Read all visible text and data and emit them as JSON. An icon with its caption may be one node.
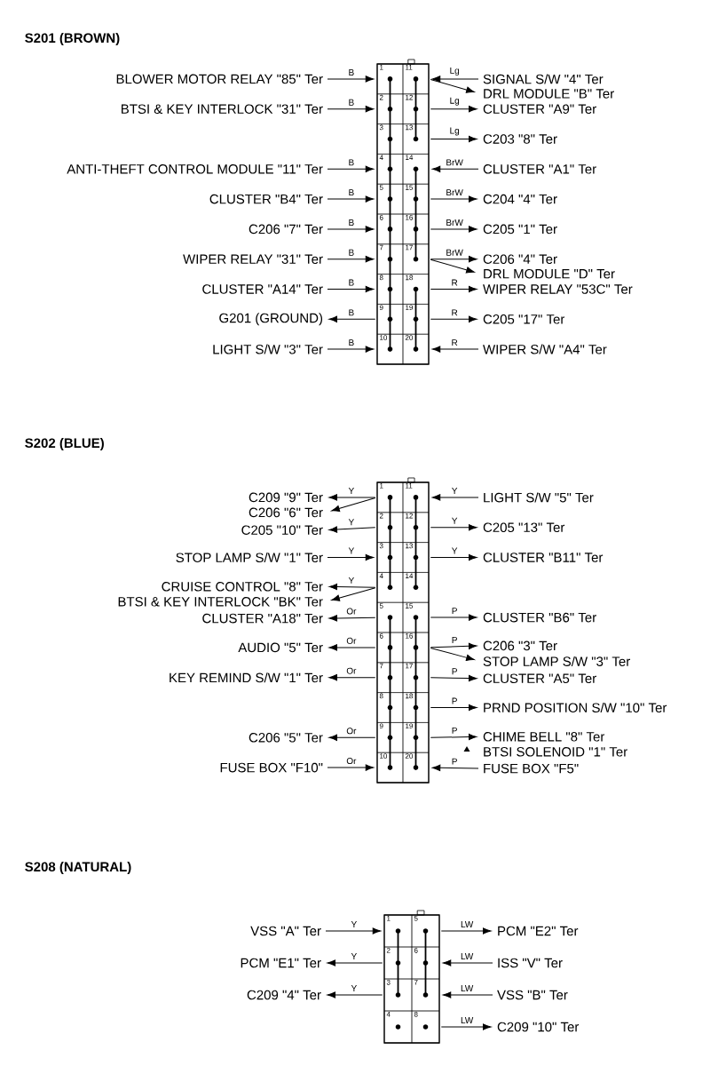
{
  "diagram": {
    "nodes": [
      {
        "text": [],
        "shape": "box"
      },
      {
        "text": [
          "1"
        ],
        "in": 0
      },
      {
        "text": [
          "2"
        ],
        "in": 0
      },
      {
        "text": [
          "3"
        ],
        "in": 0
      },
      {
        "text": [
          "4"
        ],
        "in": 0
      },
      {
        "text": [
          "5"
        ],
        "in": 0
      },
      {
        "text": [
          "6"
        ],
        "in": 0
      },
      {
        "text": [
          "7"
        ],
        "in": 0
      },
      {
        "text": [
          "8"
        ],
        "in": 0
      },
      {
        "text": [
          "9"
        ],
        "in": 0
      },
      {
        "text": [
          "10"
        ],
        "in": 0
      },
      {
        "text": [
          "11"
        ],
        "in": 0
      },
      {
        "text": [
          "12"
        ],
        "in": 0
      },
      {
        "text": [
          "13"
        ],
        "in": 0
      },
      {
        "text": [
          "14"
        ],
        "in": 0
      },
      {
        "text": [
          "15"
        ],
        "in": 0
      },
      {
        "text": [
          "16"
        ],
        "in": 0
      },
      {
        "text": [
          "17"
        ],
        "in": 0
      },
      {
        "text": [
          "18"
        ],
        "in": 0
      },
      {
        "text": [
          "19"
        ],
        "in": 0
      },
      {
        "text": [
          "20"
        ],
        "in": 0
      },
      {
        "text": [],
        "shape": "box"
      },
      {
        "text": [
          "1"
        ],
        "in": 21
      },
      {
        "text": [
          "2"
        ],
        "in": 21
      },
      {
        "text": [
          "3"
        ],
        "in": 21
      },
      {
        "text": [
          "4"
        ],
        "in": 21
      },
      {
        "text": [
          "5"
        ],
        "in": 21
      },
      {
        "text": [
          "6"
        ],
        "in": 21
      },
      {
        "text": [
          "7"
        ],
        "in": 21
      },
      {
        "text": [
          "8"
        ],
        "in": 21
      },
      {
        "text": [
          "9"
        ],
        "in": 21
      },
      {
        "text": [
          "10"
        ],
        "in": 21
      },
      {
        "text": [
          "11"
        ],
        "in": 21
      },
      {
        "text": [
          "12"
        ],
        "in": 21
      },
      {
        "text": [
          "13"
        ],
        "in": 21
      },
      {
        "text": [
          "14"
        ],
        "in": 21
      },
      {
        "text": [
          "15"
        ],
        "in": 21
      },
      {
        "text": [
          "16"
        ],
        "in": 21
      },
      {
        "text": [
          "17"
        ],
        "in": 21
      },
      {
        "text": [
          "18"
        ],
        "in": 21
      },
      {
        "text": [
          "19"
        ],
        "in": 21
      },
      {
        "text": [
          "20"
        ],
        "in": 21
      },
      {
        "text": [],
        "shape": "box"
      },
      {
        "text": [
          "1"
        ],
        "in": 42
      },
      {
        "text": [
          "2"
        ],
        "in": 42
      },
      {
        "text": [
          "3"
        ],
        "in": 42
      },
      {
        "text": [
          "4"
        ],
        "in": 42
      },
      {
        "text": [
          "5"
        ],
        "in": 42
      },
      {
        "text": [
          "6"
        ],
        "in": 42
      },
      {
        "text": [
          "7"
        ],
        "in": 42
      },
      {
        "text": [
          "8"
        ],
        "in": 42
      },
      {
        "text": [
          "BLOWER MOTOR RELAY \"85\" Ter"
        ]
      },
      {
        "text": [
          "BTSI & KEY INTERLOCK \"31\" Ter"
        ]
      },
      {
        "text": [
          "ANTI-THEFT CONTROL MODULE \"11\" Ter"
        ]
      },
      {
        "text": [
          "CLUSTER \"B4\" Ter"
        ]
      },
      {
        "text": [
          "C206 \"7\" Ter"
        ]
      },
      {
        "text": [
          "WIPER RELAY \"31\" Ter"
        ]
      },
      {
        "text": [
          "CLUSTER \"A14\" Ter"
        ]
      },
      {
        "text": [
          "G201 (GROUND)"
        ]
      },
      {
        "text": [
          "LIGHT S/W \"3\" Ter"
        ]
      },
      {
        "text": [
          "SIGNAL S/W \"4\" Ter"
        ]
      },
      {
        "text": [
          "DRL MODULE \"B\" Ter"
        ]
      },
      {
        "text": [
          "CLUSTER \"A9\" Ter"
        ]
      },
      {
        "text": [
          "C203 \"8\" Ter"
        ]
      },
      {
        "text": [
          "CLUSTER \"A1\" Ter"
        ]
      },
      {
        "text": [
          "C204 \"4\" Ter"
        ]
      },
      {
        "text": [
          "C205 \"1\" Ter"
        ]
      },
      {
        "text": [
          "C206 \"4\" Ter"
        ]
      },
      {
        "text": [
          "DRL MODULE \"D\" Ter"
        ]
      },
      {
        "text": [
          "WIPER RELAY \"53C\" Ter"
        ]
      },
      {
        "text": [
          "C205 \"17\" Ter"
        ]
      },
      {
        "text": [
          "WIPER S/W \"A4\" Ter"
        ]
      },
      {
        "text": [
          "C209 \"9\" Ter"
        ]
      },
      {
        "text": [
          "C206 \"6\" Ter"
        ]
      },
      {
        "text": [
          "C205 \"10\" Ter"
        ]
      },
      {
        "text": [
          "STOP LAMP S/W \"1\" Ter"
        ]
      },
      {
        "text": [
          "CRUISE CONTROL \"8\" Ter"
        ]
      },
      {
        "text": [
          "BTSI & KEY INTERLOCK \"BK\" Ter"
        ]
      },
      {
        "text": [
          "CLUSTER \"A18\" Ter"
        ]
      },
      {
        "text": [
          "AUDIO \"5\" Ter"
        ]
      },
      {
        "text": [
          "KEY REMIND S/W \"1\" Ter"
        ]
      },
      {
        "text": [
          "C206 \"5\" Ter"
        ]
      },
      {
        "text": [
          "FUSE BOX \"F10\""
        ]
      },
      {
        "text": [
          "LIGHT S/W \"5\" Ter"
        ]
      },
      {
        "text": [
          "C205 \"13\" Ter"
        ]
      },
      {
        "text": [
          "CLUSTER \"B11\" Ter"
        ]
      },
      {
        "text": [
          "CLUSTER \"B6\" Ter"
        ]
      },
      {
        "text": [
          "C206 \"3\" Ter"
        ]
      },
      {
        "text": [
          "STOP LAMP S/W \"3\" Ter"
        ]
      },
      {
        "text": [
          "CLUSTER \"A5\" Ter"
        ]
      },
      {
        "text": [
          "PRND POSITION S/W \"10\" Ter"
        ]
      },
      {
        "text": [
          "CHIME BELL \"8\" Ter"
        ]
      },
      {
        "text": [
          "BTSI SOLENOID \"1\" Ter"
        ]
      },
      {
        "text": [
          "FUSE BOX \"F5\""
        ]
      },
      {
        "text": [
          "VSS \"A\" Ter"
        ]
      },
      {
        "text": [
          "PCM \"E1\" Ter"
        ]
      },
      {
        "text": [
          "C209 \"4\" Ter"
        ]
      },
      {
        "text": [
          "PCM \"E2\" Ter"
        ]
      },
      {
        "text": [
          "ISS \"V\" Ter"
        ]
      },
      {
        "text": [
          "VSS \"B\" Ter"
        ]
      },
      {
        "text": [
          "C209 \"10\" Ter"
        ]
      }
    ],
    "edges": [
      {
        "from": 51,
        "to": 1,
        "arrow": "to",
        "label": "B"
      },
      {
        "from": 52,
        "to": 2,
        "arrow": "to",
        "label": "B"
      },
      {
        "from": 53,
        "to": 4,
        "arrow": "to",
        "label": "B"
      },
      {
        "from": 54,
        "to": 5,
        "arrow": "to",
        "label": "B"
      },
      {
        "from": 55,
        "to": 6,
        "arrow": "to",
        "label": "B"
      },
      {
        "from": 56,
        "to": 7,
        "arrow": "to",
        "label": "B"
      },
      {
        "from": 57,
        "to": 8,
        "arrow": "to",
        "label": "B"
      },
      {
        "from": 9,
        "to": 58,
        "arrow": "to",
        "label": "B"
      },
      {
        "from": 59,
        "to": 10,
        "arrow": "to",
        "label": "B"
      },
      {
        "from": 60,
        "to": 11,
        "arrow": "to",
        "label": "Lg"
      },
      {
        "from": 11,
        "to": 61,
        "arrow": "to"
      },
      {
        "from": 12,
        "to": 62,
        "arrow": "to",
        "label": "Lg"
      },
      {
        "from": 13,
        "to": 63,
        "arrow": "to",
        "label": "Lg"
      },
      {
        "from": 64,
        "to": 14,
        "arrow": "to",
        "label": "BrW"
      },
      {
        "from": 15,
        "to": 65,
        "arrow": "to",
        "label": "BrW"
      },
      {
        "from": 16,
        "to": 66,
        "arrow": "to",
        "label": "BrW"
      },
      {
        "from": 17,
        "to": 67,
        "arrow": "to",
        "label": "BrW"
      },
      {
        "from": 17,
        "to": 68,
        "arrow": "to"
      },
      {
        "from": 18,
        "to": 69,
        "arrow": "to",
        "label": "R"
      },
      {
        "from": 19,
        "to": 70,
        "arrow": "to",
        "label": "R"
      },
      {
        "from": 71,
        "to": 20,
        "arrow": "to",
        "label": "R"
      },
      {
        "from": 22,
        "to": 72,
        "arrow": "to",
        "label": "Y"
      },
      {
        "from": 22,
        "to": 73,
        "arrow": "to"
      },
      {
        "from": 23,
        "to": 74,
        "arrow": "to",
        "label": "Y"
      },
      {
        "from": 75,
        "to": 24,
        "arrow": "to",
        "label": "Y"
      },
      {
        "from": 25,
        "to": 76,
        "arrow": "to",
        "label": "Y"
      },
      {
        "from": 25,
        "to": 77,
        "arrow": "to"
      },
      {
        "from": 26,
        "to": 78,
        "arrow": "to",
        "label": "Or"
      },
      {
        "from": 27,
        "to": 79,
        "arrow": "to",
        "label": "Or"
      },
      {
        "from": 28,
        "to": 80,
        "arrow": "to",
        "label": "Or"
      },
      {
        "from": 30,
        "to": 81,
        "arrow": "to",
        "label": "Or"
      },
      {
        "from": 82,
        "to": 31,
        "arrow": "to",
        "label": "Or"
      },
      {
        "from": 83,
        "to": 32,
        "arrow": "to",
        "label": "Y"
      },
      {
        "from": 33,
        "to": 84,
        "arrow": "to",
        "label": "Y"
      },
      {
        "from": 34,
        "to": 85,
        "arrow": "to",
        "label": "Y"
      },
      {
        "from": 36,
        "to": 86,
        "arrow": "to",
        "label": "P"
      },
      {
        "from": 37,
        "to": 87,
        "arrow": "to",
        "label": "P"
      },
      {
        "from": 37,
        "to": 88,
        "arrow": "to"
      },
      {
        "from": 38,
        "to": 89,
        "arrow": "to",
        "label": "P"
      },
      {
        "from": 39,
        "to": 90,
        "arrow": "to",
        "label": "P"
      },
      {
        "from": 40,
        "to": 91,
        "arrow": "to",
        "label": "P"
      },
      {
        "from": 93,
        "to": 41,
        "arrow": "to",
        "label": "P"
      },
      {
        "from": 94,
        "to": 43,
        "arrow": "to",
        "label": "Y"
      },
      {
        "from": 44,
        "to": 95,
        "arrow": "to",
        "label": "Y"
      },
      {
        "from": 45,
        "to": 96,
        "arrow": "to",
        "label": "Y"
      },
      {
        "from": 47,
        "to": 97,
        "arrow": "to",
        "label": "LW"
      },
      {
        "from": 98,
        "to": 48,
        "arrow": "to",
        "label": "LW"
      },
      {
        "from": 99,
        "to": 49,
        "arrow": "to",
        "label": "LW"
      },
      {
        "from": 50,
        "to": 100,
        "arrow": "to",
        "label": "LW"
      }
    ],
    "labels": [
      "S201 (BROWN)",
      "S202 (BLUE)",
      "S208 (NATURAL)"
    ]
  }
}
